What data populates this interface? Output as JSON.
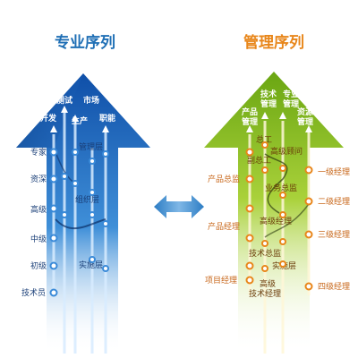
{
  "left": {
    "title": "专业序列",
    "top_labels": [
      "测试",
      "市场",
      "开发",
      "生产",
      "职能"
    ],
    "levels": [
      "专家",
      "资深",
      "高级",
      "中级",
      "初级",
      "技术员"
    ],
    "layers": [
      "管理层",
      "组织层",
      "实施层"
    ]
  },
  "right": {
    "title": "管理序列",
    "top_labels": [
      "技术\n管理",
      "专业\n管理",
      "产品\n管理",
      "资源\n管理"
    ],
    "left_levels": [
      "产品总监",
      "产品经理",
      "项目经理"
    ],
    "right_levels": [
      "一级经理",
      "二级经理",
      "三级经理",
      "四级经理"
    ],
    "roles": [
      "总工",
      "高级顾问",
      "副总工",
      "业务总监",
      "高级经理",
      "技术总监",
      "实施层",
      "高级\n技术经理"
    ]
  },
  "colors": {
    "blue_title": "#1f6fb5",
    "orange_title": "#e8861a",
    "arrow_blue": "#1d63b8",
    "arrow_green": "#8dbd1c",
    "connector_arrow": "#3a86c8"
  }
}
